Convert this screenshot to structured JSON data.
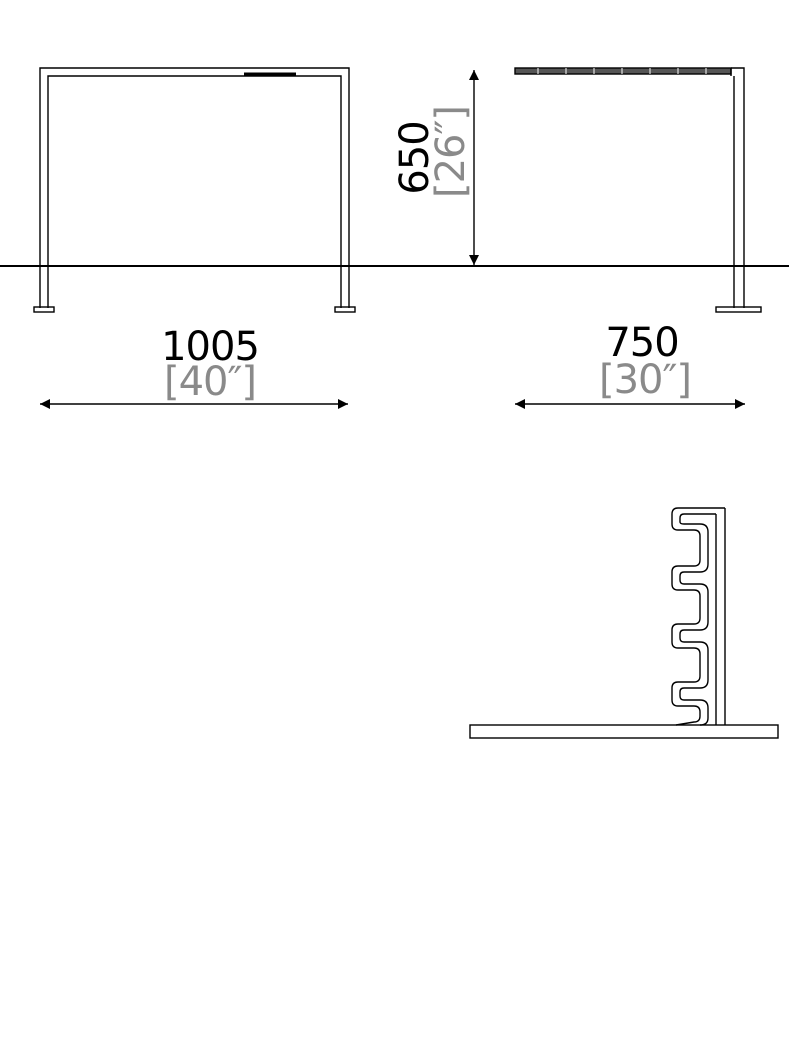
{
  "dimensions": {
    "height": {
      "mm": "650",
      "inch": "[26″]"
    },
    "width": {
      "mm": "1005",
      "inch": "[40″]"
    },
    "depth": {
      "mm": "750",
      "inch": "[30″]"
    }
  },
  "colors": {
    "line": "#000000",
    "imperial_text": "#8a8a8a",
    "background": "#ffffff"
  }
}
